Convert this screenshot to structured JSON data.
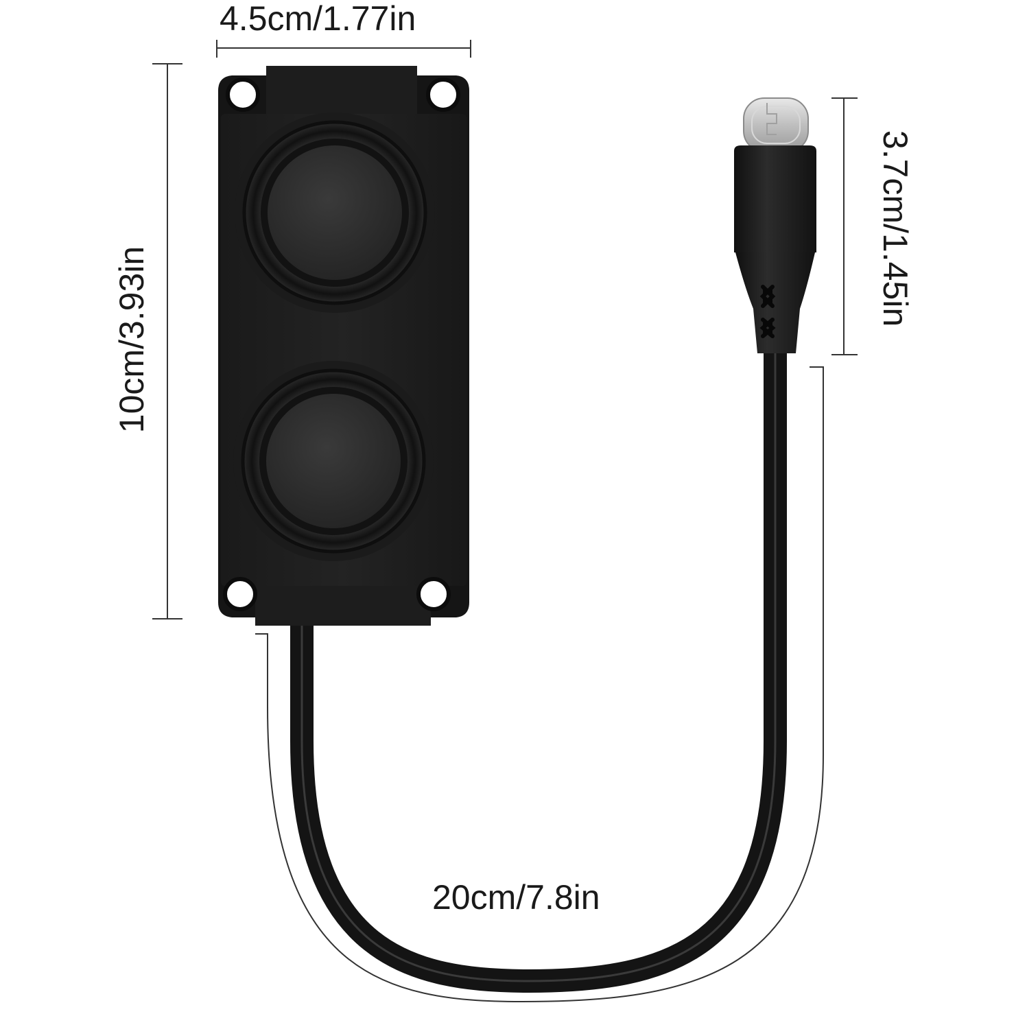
{
  "dimensions": {
    "width": "4.5cm/1.77in",
    "height": "10cm/3.93in",
    "plug_length": "3.7cm/1.45in",
    "cable_length": "20cm/7.8in"
  },
  "colors": {
    "background": "#ffffff",
    "speaker_body": "#1c1c1c",
    "cable": "#141414",
    "dimension_line": "#333333",
    "text": "#1a1a1a"
  }
}
